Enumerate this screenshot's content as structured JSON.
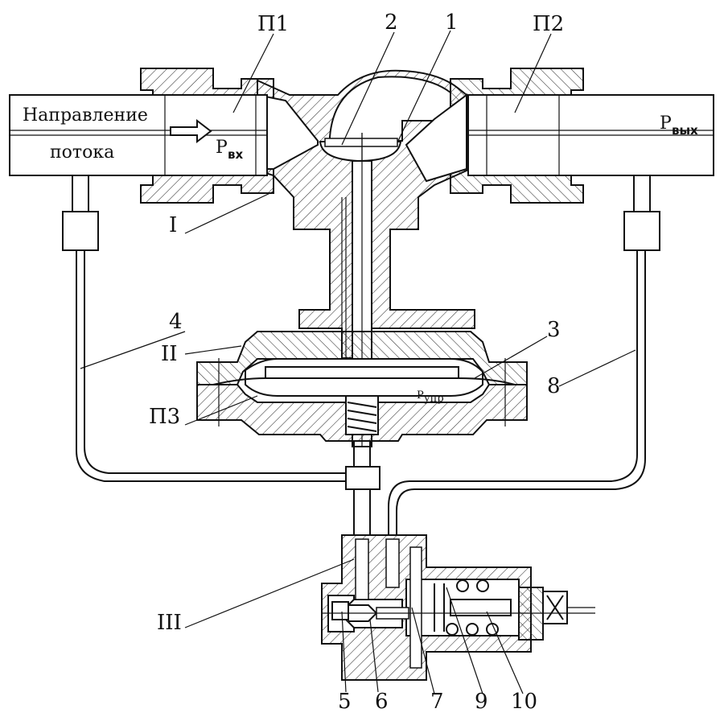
{
  "flow": {
    "direction_line1": "Направление",
    "direction_line2": "потока",
    "p_in_main": "P",
    "p_in_sub": "вх",
    "p_out_main": "P",
    "p_out_sub": "вых",
    "p_ctrl_main": "P",
    "p_ctrl_sub": "упр"
  },
  "callouts": {
    "p1": "П1",
    "p2": "П2",
    "p3": "П3",
    "c1": "1",
    "c2": "2",
    "c3": "3",
    "c4": "4",
    "c5": "5",
    "c6": "6",
    "c7": "7",
    "c8": "8",
    "c9": "9",
    "c10": "10",
    "r1": "I",
    "r2": "II",
    "r3": "III"
  }
}
